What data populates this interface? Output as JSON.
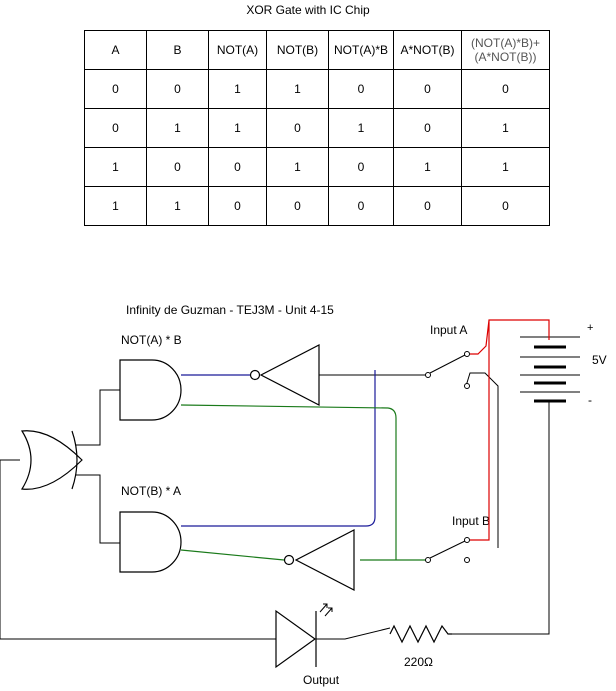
{
  "title": "XOR Gate with IC Chip",
  "table": {
    "headers": [
      "A",
      "B",
      "NOT(A)",
      "NOT(B)",
      "NOT(A)*B",
      "A*NOT(B)",
      "(NOT(A)*B)+ (A*NOT(B))"
    ],
    "rows": [
      [
        "0",
        "0",
        "1",
        "1",
        "0",
        "0",
        "0"
      ],
      [
        "0",
        "1",
        "1",
        "0",
        "1",
        "0",
        "1"
      ],
      [
        "1",
        "0",
        "0",
        "1",
        "0",
        "1",
        "1"
      ],
      [
        "1",
        "1",
        "0",
        "0",
        "0",
        "0",
        "0"
      ]
    ]
  },
  "circuit": {
    "author": "Infinity de Guzman - TEJ3M - Unit 4-15",
    "gate_top_label": "NOT(A) * B",
    "gate_bottom_label": "NOT(B) * A",
    "input_a": "Input A",
    "input_b": "Input B",
    "battery_voltage": "5V",
    "battery_plus": "+",
    "battery_minus": "-",
    "resistor": "220Ω",
    "output": "Output",
    "colors": {
      "red_wire": "#dd0000",
      "blue_wire": "#1a1a99",
      "green_wire": "#1a7a1a"
    }
  }
}
